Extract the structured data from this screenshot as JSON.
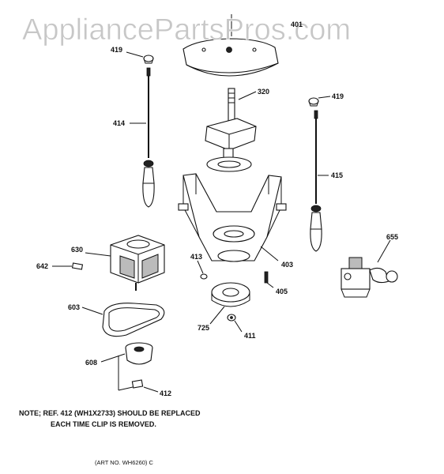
{
  "watermark": "AppliancePartsPros.com",
  "callouts": {
    "p401": "401",
    "p419_left": "419",
    "p419_right": "419",
    "p320": "320",
    "p414": "414",
    "p415": "415",
    "p630": "630",
    "p642": "642",
    "p413": "413",
    "p403": "403",
    "p655": "655",
    "p405": "405",
    "p603": "603",
    "p725": "725",
    "p411": "411",
    "p608": "608",
    "p412": "412"
  },
  "note": {
    "line1": "NOTE; REF. 412 (WH1X2733) SHOULD BE REPLACED",
    "line2": "EACH TIME CLIP IS REMOVED."
  },
  "art_number": "(ART NO. WH6260) C"
}
